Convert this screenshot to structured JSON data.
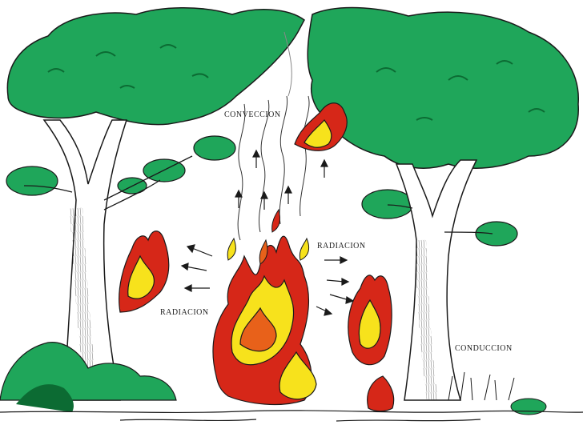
{
  "labels": {
    "convection": "CONVECCION",
    "radiation_right": "RADIACION",
    "radiation_left": "RADIACION",
    "conduction": "CONDUCCION"
  },
  "colors": {
    "foliage": "#1fa65a",
    "foliage_dark": "#0c6b33",
    "flame_red": "#d62718",
    "flame_orange": "#e8611a",
    "flame_yellow": "#f7e21c",
    "ink": "#1a1a1a"
  }
}
